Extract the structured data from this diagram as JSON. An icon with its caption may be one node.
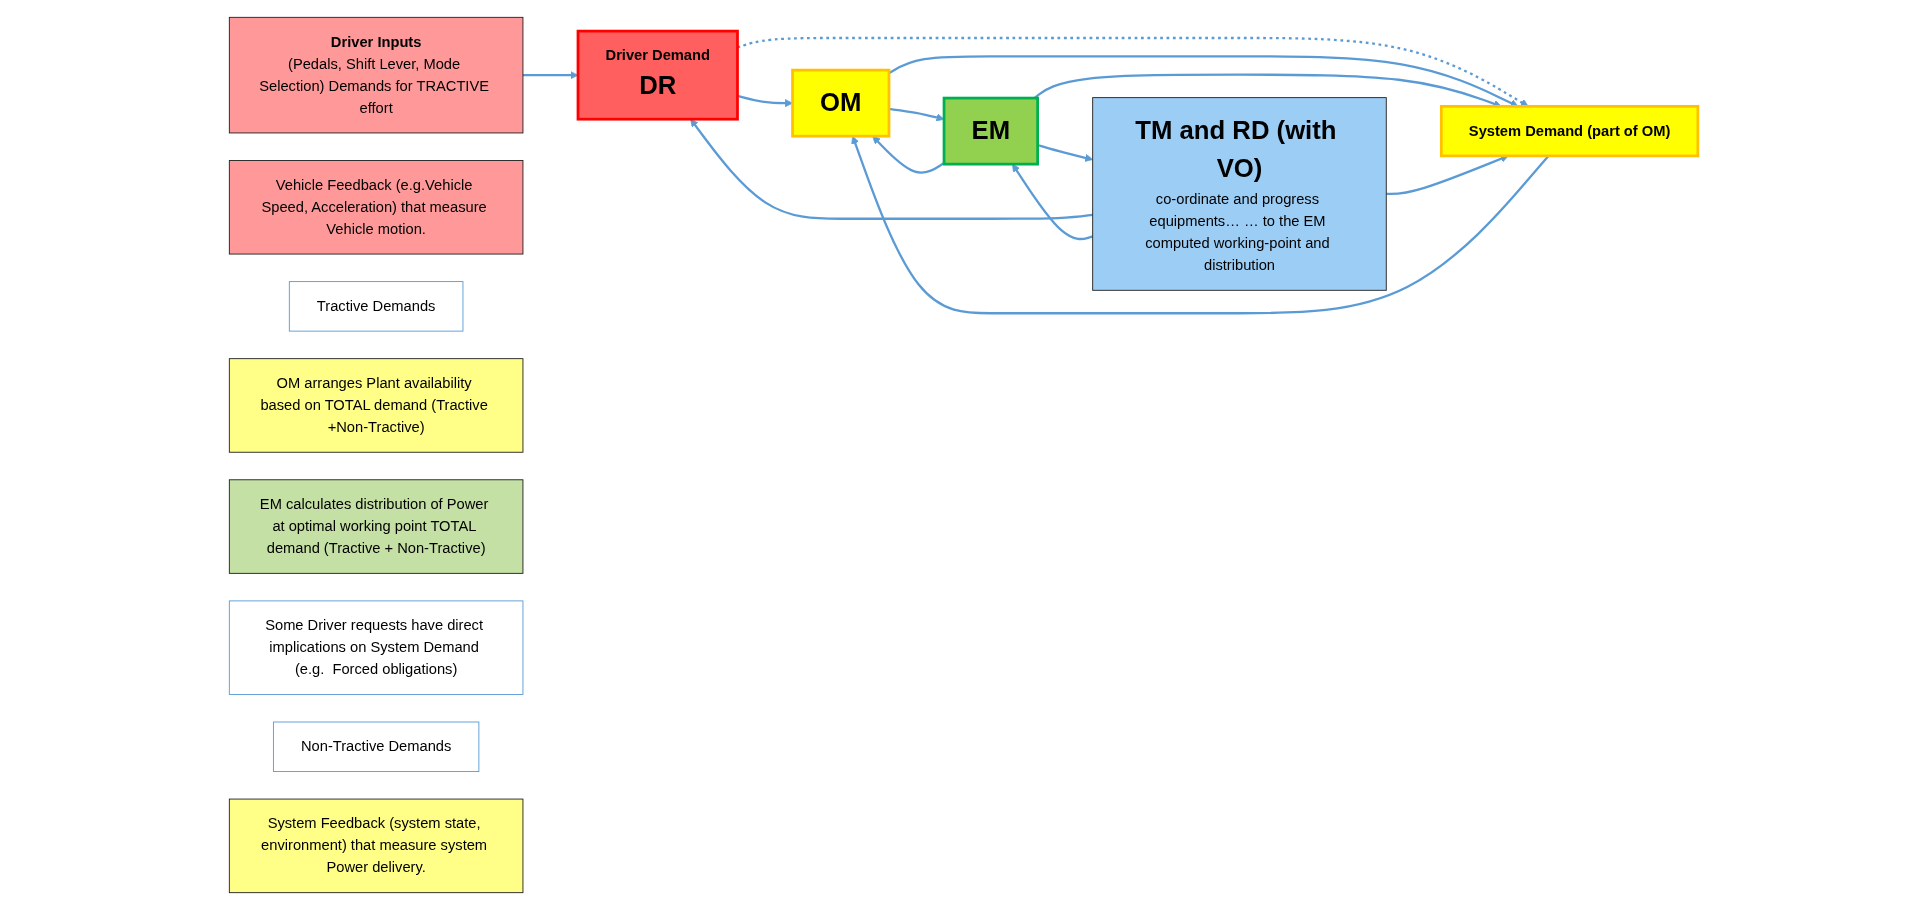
{
  "diagram": {
    "nodes": [
      {
        "text": [
          "Driver Inputs",
          "(Pedals, Shift Lever, Mode Selection) Demands for TRACTIVE effort"
        ]
      },
      {
        "text": [
          "Vehicle Feedback (e.g.Vehicle Speed, Acceleration) that measure Vehicle motion."
        ]
      },
      {
        "text": [
          "Driver Demand",
          "DR"
        ]
      },
      {
        "text": [
          "Tractive Demands"
        ]
      },
      {
        "text": [
          "OM arranges Plant availability based on TOTAL demand (Tractive +Non-Tractive)"
        ]
      },
      {
        "text": [
          "EM calculates distribution of Power at optimal working point TOTAL demand (Tractive + Non-Tractive)"
        ]
      },
      {
        "text": [
          "TM and RD (with VO)",
          "co-ordinate and progress equipments… … to the EM computed working-point and distribution"
        ]
      },
      {
        "text": [
          "Some Driver requests have direct implications on System Demand (e.g.  Forced obligations)"
        ]
      },
      {
        "text": [
          "OM"
        ]
      },
      {
        "text": [
          "EM"
        ]
      },
      {
        "text": [
          "Non-Tractive Demands"
        ]
      },
      {
        "text": [
          "System Demand (part of OM)"
        ]
      },
      {
        "text": [
          "System Feedback (system state, environment) that measure system Power delivery."
        ]
      }
    ],
    "edges": [
      {
        "from": 0,
        "to": 2,
        "arrow": "to"
      },
      {
        "from": 6,
        "to": 2,
        "arrow": "to"
      },
      {
        "from": 2,
        "to": 8,
        "arrow": "to"
      },
      {
        "from": 2,
        "to": 11,
        "arrow": "to",
        "style": "dashed"
      },
      {
        "from": 11,
        "to": 8,
        "arrow": "to"
      },
      {
        "from": 8,
        "to": 9,
        "arrow": "to"
      },
      {
        "from": 9,
        "to": 6,
        "arrow": "to"
      },
      {
        "from": 6,
        "to": 9,
        "arrow": "to"
      },
      {
        "from": 9,
        "to": 8,
        "arrow": "to"
      },
      {
        "from": 8,
        "to": 11,
        "arrow": "to"
      },
      {
        "from": 9,
        "to": 11,
        "arrow": "to"
      },
      {
        "from": 6,
        "to": 11,
        "arrow": "to"
      }
    ]
  }
}
